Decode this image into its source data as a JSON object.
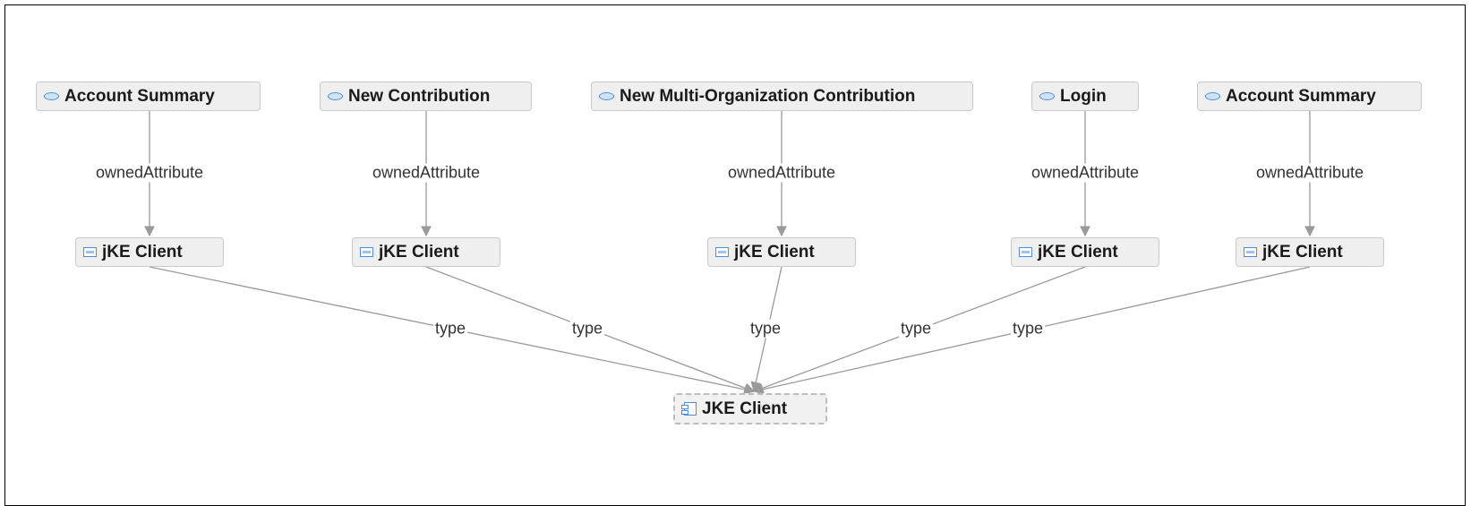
{
  "diagram": {
    "uses": [
      {
        "label": "Account Summary",
        "edge_label": "ownedAttribute",
        "attribute": "jKE Client",
        "type_label": "type"
      },
      {
        "label": "New Contribution",
        "edge_label": "ownedAttribute",
        "attribute": "jKE Client",
        "type_label": "type"
      },
      {
        "label": "New Multi-Organization Contribution",
        "edge_label": "ownedAttribute",
        "attribute": "jKE Client",
        "type_label": "type"
      },
      {
        "label": "Login",
        "edge_label": "ownedAttribute",
        "attribute": "jKE Client",
        "type_label": "type"
      },
      {
        "label": "Account Summary",
        "edge_label": "ownedAttribute",
        "attribute": "jKE Client",
        "type_label": "type"
      }
    ],
    "component": {
      "label": "JKE Client"
    },
    "icons": {
      "use_case": "use-case-icon",
      "class": "class-icon",
      "component": "component-icon"
    },
    "colors": {
      "edge": "#9a9a9a",
      "node_fill": "#efefef",
      "icon_blue": "#4f8fd6"
    }
  }
}
